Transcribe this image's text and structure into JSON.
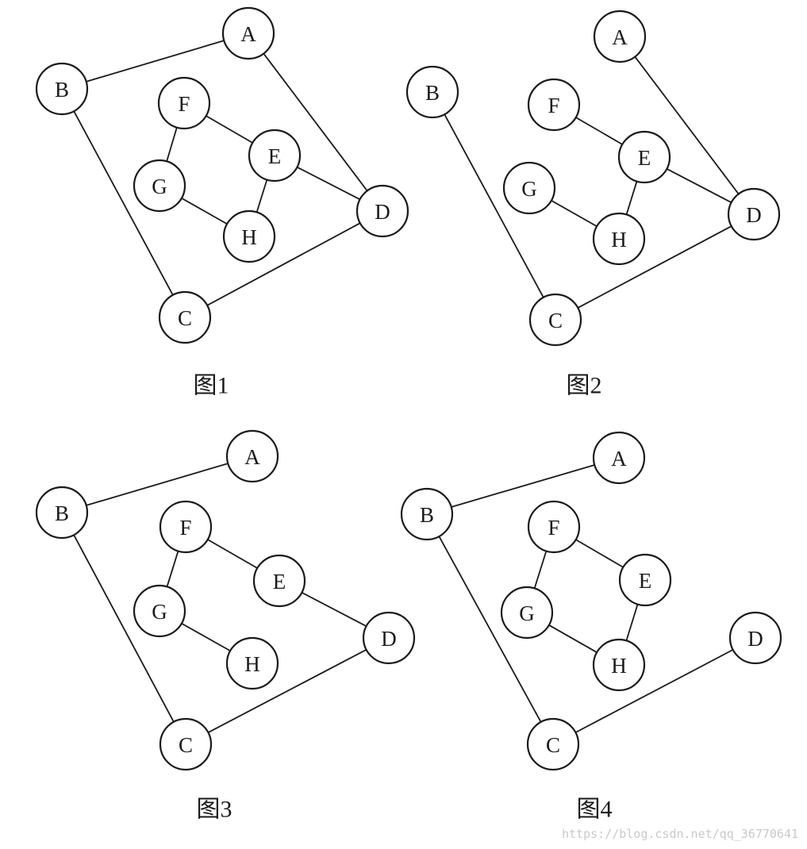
{
  "nodes": [
    "A",
    "B",
    "C",
    "D",
    "E",
    "F",
    "G",
    "H"
  ],
  "figures": [
    {
      "caption": "图1",
      "edges": [
        [
          "A",
          "B"
        ],
        [
          "A",
          "D"
        ],
        [
          "B",
          "C"
        ],
        [
          "C",
          "D"
        ],
        [
          "D",
          "E"
        ],
        [
          "E",
          "F"
        ],
        [
          "E",
          "H"
        ],
        [
          "F",
          "G"
        ],
        [
          "G",
          "H"
        ]
      ]
    },
    {
      "caption": "图2",
      "edges": [
        [
          "A",
          "D"
        ],
        [
          "B",
          "C"
        ],
        [
          "C",
          "D"
        ],
        [
          "D",
          "E"
        ],
        [
          "E",
          "F"
        ],
        [
          "E",
          "H"
        ],
        [
          "G",
          "H"
        ]
      ]
    },
    {
      "caption": "图3",
      "edges": [
        [
          "A",
          "B"
        ],
        [
          "B",
          "C"
        ],
        [
          "C",
          "D"
        ],
        [
          "D",
          "E"
        ],
        [
          "E",
          "F"
        ],
        [
          "F",
          "G"
        ],
        [
          "G",
          "H"
        ]
      ]
    },
    {
      "caption": "图4",
      "edges": [
        [
          "A",
          "B"
        ],
        [
          "B",
          "C"
        ],
        [
          "C",
          "D"
        ],
        [
          "E",
          "F"
        ],
        [
          "E",
          "H"
        ],
        [
          "F",
          "G"
        ],
        [
          "G",
          "H"
        ]
      ]
    }
  ],
  "watermark": "https://blog.csdn.net/qq_36770641",
  "colors": {
    "stroke": "#1a1a1a",
    "background": "#ffffff",
    "watermark": "#c9c9c9"
  }
}
